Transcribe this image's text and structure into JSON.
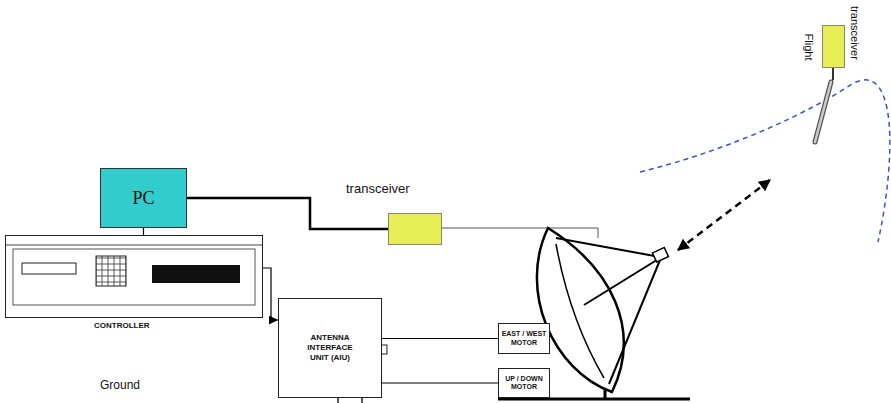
{
  "diagram": {
    "nodes": [
      {
        "text": [
          "PC"
        ]
      },
      {
        "text": [
          "CONTROLLER"
        ]
      },
      {
        "text": [
          "transceiver"
        ]
      },
      {
        "text": [
          "ANTENNA INTERFACE UNIT (AIU)"
        ]
      },
      {
        "text": [
          "EAST / WEST MOTOR"
        ]
      },
      {
        "text": [
          "UP / DOWN MOTOR"
        ]
      },
      {
        "text": [
          "Flight",
          "transceiver"
        ]
      }
    ],
    "edges": [
      {
        "from": 0,
        "to": 1,
        "arrow": "none"
      },
      {
        "from": 0,
        "to": 2,
        "arrow": "none"
      },
      {
        "from": 1,
        "to": 3,
        "arrow": "to"
      },
      {
        "from": 3,
        "to": 4,
        "arrow": "none"
      },
      {
        "from": 3,
        "to": 5,
        "arrow": "none"
      }
    ],
    "labels": [
      "Ground"
    ]
  }
}
